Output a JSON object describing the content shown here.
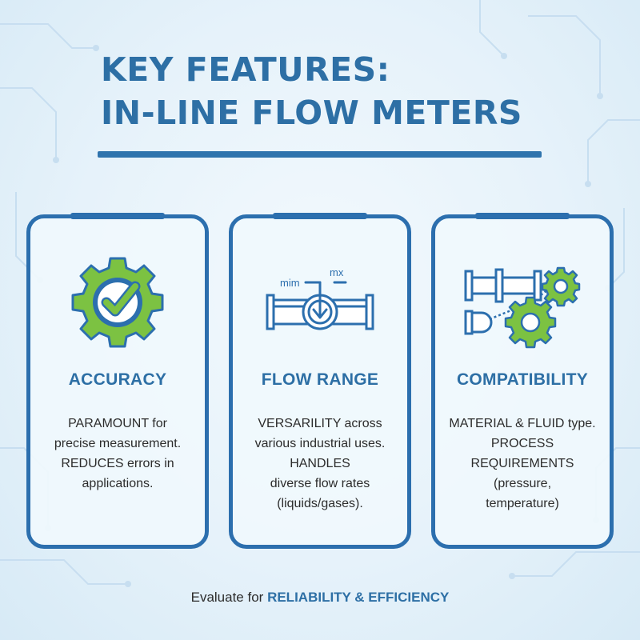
{
  "header": {
    "title_line1": "KEY FEATURES:",
    "title_line2": "IN-LINE FLOW METERS"
  },
  "cards": [
    {
      "icon": "gear-checkmark-icon",
      "title": "ACCURACY",
      "lines": [
        "PARAMOUNT for",
        "precise measurement.",
        "REDUCES errors in",
        "applications."
      ]
    },
    {
      "icon": "pipe-flow-gauge-icon",
      "icon_labels": {
        "min": "mim",
        "max": "mx"
      },
      "title": "FLOW RANGE",
      "lines": [
        "VERSARILITY across",
        "various industrial uses.",
        "HANDLES",
        "diverse flow rates",
        "(liquids/gases)."
      ]
    },
    {
      "icon": "pipes-and-gears-icon",
      "title": "COMPATIBILITY",
      "lines": [
        "MATERIAL & FLUID type.",
        "PROCESS REQUIREMENTS",
        "(pressure,",
        "temperature)"
      ]
    }
  ],
  "footer": {
    "prefix": "Evaluate for ",
    "highlight": "RELIABILITY & EFFICIENCY"
  },
  "colors": {
    "accent_blue": "#2d6fa5",
    "card_border": "#2c6fae",
    "gear_green": "#7cc242",
    "text": "#2c2c2c"
  }
}
